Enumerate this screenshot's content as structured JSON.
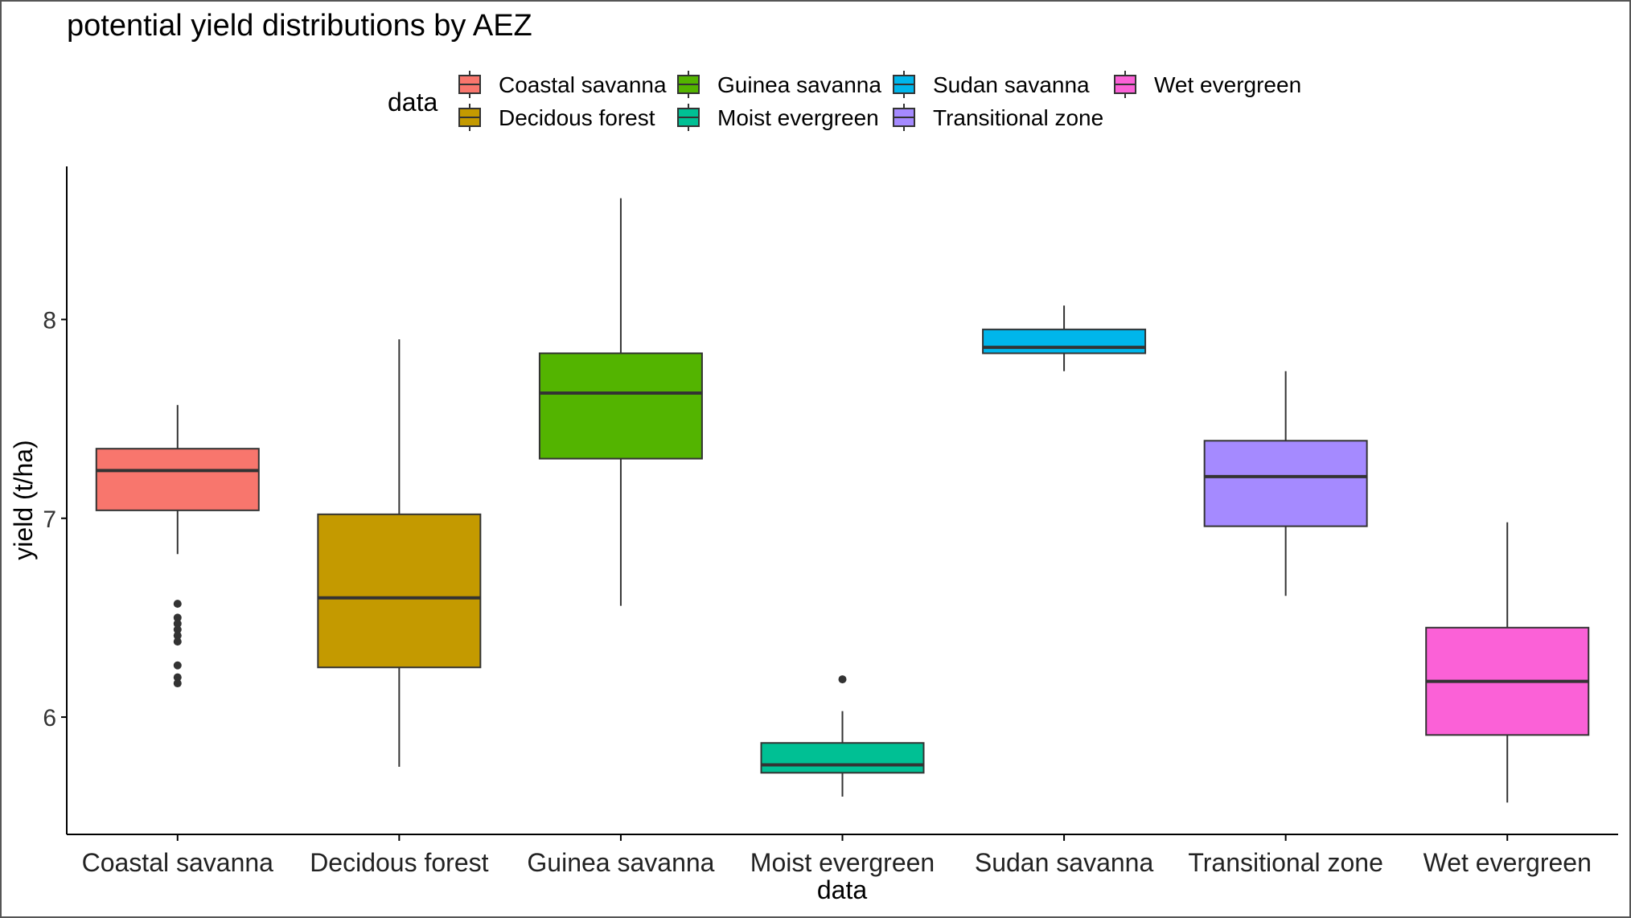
{
  "chart_data": {
    "type": "boxplot",
    "title": "potential yield distributions by AEZ",
    "xlabel": "data",
    "ylabel": "yield (t/ha)",
    "ylim": [
      5.41,
      8.77
    ],
    "yticks": [
      6,
      7,
      8
    ],
    "grid": false,
    "legend": {
      "title": "data",
      "placement": "top"
    },
    "categories": [
      "Coastal savanna",
      "Decidous forest",
      "Guinea savanna",
      "Moist evergreen",
      "Sudan savanna",
      "Transitional zone",
      "Wet evergreen"
    ],
    "colors": [
      "#F8766D",
      "#C49A00",
      "#53B400",
      "#00C094",
      "#00B6EB",
      "#A58AFF",
      "#FB61D7"
    ],
    "series": [
      {
        "name": "Coastal savanna",
        "whisker_low": 6.82,
        "q1": 7.04,
        "median": 7.24,
        "q3": 7.35,
        "whisker_high": 7.57,
        "outliers": [
          6.57,
          6.5,
          6.47,
          6.44,
          6.41,
          6.38,
          6.26,
          6.2,
          6.17
        ]
      },
      {
        "name": "Decidous forest",
        "whisker_low": 5.75,
        "q1": 6.25,
        "median": 6.6,
        "q3": 7.02,
        "whisker_high": 7.9,
        "outliers": []
      },
      {
        "name": "Guinea savanna",
        "whisker_low": 6.56,
        "q1": 7.3,
        "median": 7.63,
        "q3": 7.83,
        "whisker_high": 8.61,
        "outliers": []
      },
      {
        "name": "Moist evergreen",
        "whisker_low": 5.6,
        "q1": 5.72,
        "median": 5.76,
        "q3": 5.87,
        "whisker_high": 6.03,
        "outliers": [
          6.19
        ]
      },
      {
        "name": "Sudan savanna",
        "whisker_low": 7.74,
        "q1": 7.83,
        "median": 7.86,
        "q3": 7.95,
        "whisker_high": 8.07,
        "outliers": []
      },
      {
        "name": "Transitional zone",
        "whisker_low": 6.61,
        "q1": 6.96,
        "median": 7.21,
        "q3": 7.39,
        "whisker_high": 7.74,
        "outliers": []
      },
      {
        "name": "Wet evergreen",
        "whisker_low": 5.57,
        "q1": 5.91,
        "median": 6.18,
        "q3": 6.45,
        "whisker_high": 6.98,
        "outliers": []
      }
    ]
  }
}
